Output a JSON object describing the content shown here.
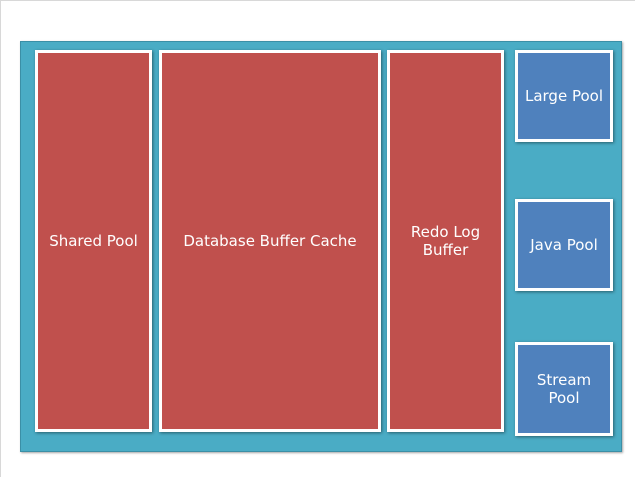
{
  "diagram": {
    "blocks": [
      {
        "label": "Shared Pool",
        "color": "#c0504d"
      },
      {
        "label": "Database Buffer Cache",
        "color": "#c0504d"
      },
      {
        "label": "Redo Log\nBuffer",
        "color": "#c0504d"
      },
      {
        "label": "Large Pool",
        "color": "#4f81bd"
      },
      {
        "label": "Java Pool",
        "color": "#4f81bd"
      },
      {
        "label": "Stream\nPool",
        "color": "#4f81bd"
      }
    ],
    "container_color": "#4aacc5"
  }
}
